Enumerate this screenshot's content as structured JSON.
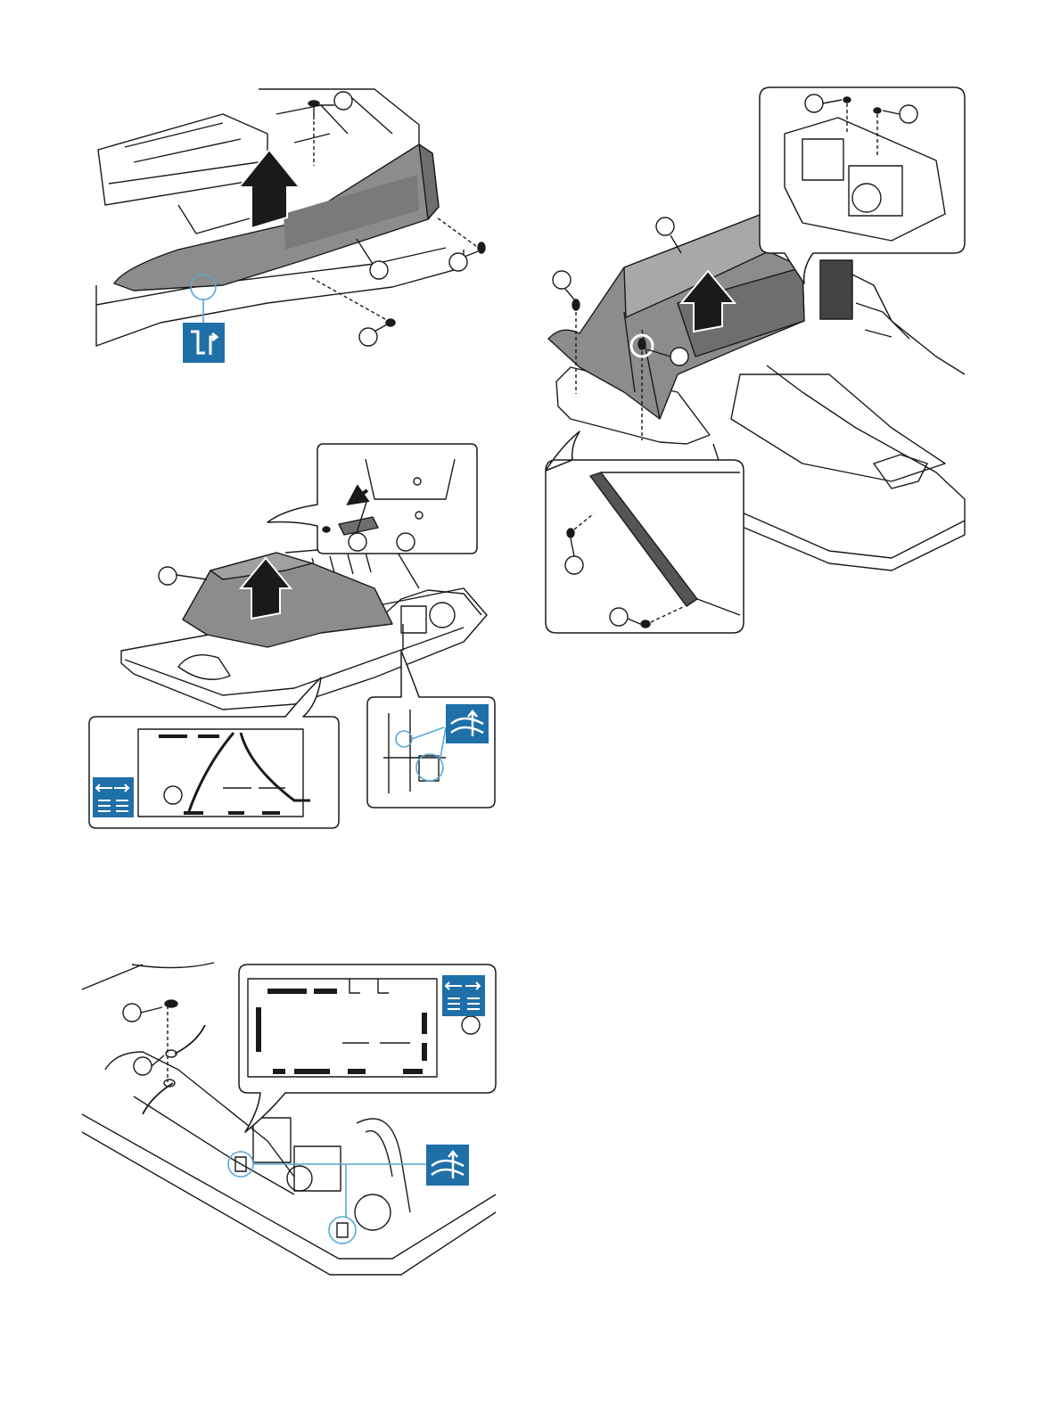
{
  "page": {
    "background": "#ffffff",
    "line_color": "#1a1a1a",
    "part_fill": "#8c8c8c",
    "part_dark": "#5e5e5e",
    "accent": "#1f6fa8",
    "callout_ring": "#5aa7d6"
  },
  "figures": [
    {
      "name": "upper-cover-removal",
      "callout_labels": [
        "",
        "",
        "",
        ""
      ],
      "icons": [
        "lift-up-arrow-icon",
        "hook-release-icon"
      ]
    },
    {
      "name": "tray-unit-removal",
      "callout_labels": [
        "",
        "",
        "",
        ""
      ],
      "icons": [
        "lift-up-arrow-icon",
        "connector-disconnect-icon",
        "harness-release-icon"
      ]
    },
    {
      "name": "board-ground-removal",
      "callout_labels": [
        "",
        "",
        ""
      ],
      "icons": [
        "connector-disconnect-icon",
        "harness-release-icon"
      ]
    },
    {
      "name": "feed-unit-removal",
      "callout_labels": [
        "",
        "",
        "",
        "",
        "",
        "",
        ""
      ],
      "icons": [
        "lift-up-arrow-icon"
      ]
    }
  ]
}
